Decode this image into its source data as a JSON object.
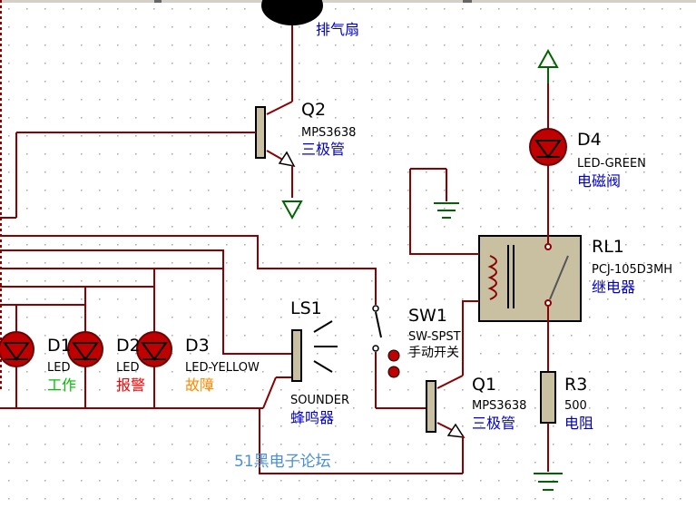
{
  "colors": {
    "background": "#ffffff",
    "grid_dot": "#b0b0b0",
    "wire": "#8b0000",
    "ground": "#006400",
    "component_fill": "#c8c0a0",
    "led_fill": "#c00000",
    "label_blue": "#0000c8",
    "label_green": "#00c000",
    "label_red": "#ff0000",
    "label_orange": "#ff8c00",
    "watermark": "#4a90d0"
  },
  "components": {
    "fan": {
      "cn": "排气扇"
    },
    "q2": {
      "ref": "Q2",
      "value": "MPS3638",
      "cn": "三极管"
    },
    "q1": {
      "ref": "Q1",
      "value": "MPS3638",
      "cn": "三极管"
    },
    "d4": {
      "ref": "D4",
      "value": "LED-GREEN",
      "cn": "电磁阀"
    },
    "rl1": {
      "ref": "RL1",
      "value": "PCJ-105D3MH",
      "cn": "继电器"
    },
    "r3": {
      "ref": "R3",
      "value": "500",
      "cn": "电阻"
    },
    "ls1": {
      "ref": "LS1",
      "value": "SOUNDER",
      "cn": "蜂鸣器"
    },
    "sw1": {
      "ref": "SW1",
      "value": "SW-SPST",
      "cn": "手动开关"
    },
    "d1": {
      "ref": "D1",
      "value": "LED",
      "cn": "工作"
    },
    "d2": {
      "ref": "D2",
      "value": "LED",
      "cn": "报警"
    },
    "d3": {
      "ref": "D3",
      "value": "LED-YELLOW",
      "cn": "故障"
    }
  },
  "watermark": {
    "text": "51黑电子论坛"
  }
}
